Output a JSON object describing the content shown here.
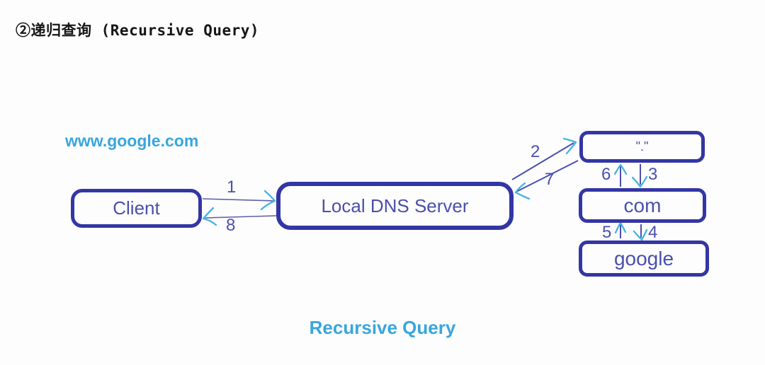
{
  "title": "②递归查询 (Recursive Query)",
  "query_domain": "www.google.com",
  "caption": "Recursive Query",
  "nodes": {
    "client": "Client",
    "local_dns": "Local DNS Server",
    "root": "\".\"",
    "com": "com",
    "google": "google"
  },
  "steps": {
    "s1": "1",
    "s2": "2",
    "s3": "3",
    "s4": "4",
    "s5": "5",
    "s6": "6",
    "s7": "7",
    "s8": "8"
  },
  "colors": {
    "box_border": "#3336a4",
    "box_text": "#4a4fae",
    "line": "#5a5ead",
    "arrowhead_cyan": "#44b3e6",
    "accent_cyan": "#38a6dd",
    "title_text": "#161616",
    "background": "#fdfdfd"
  }
}
